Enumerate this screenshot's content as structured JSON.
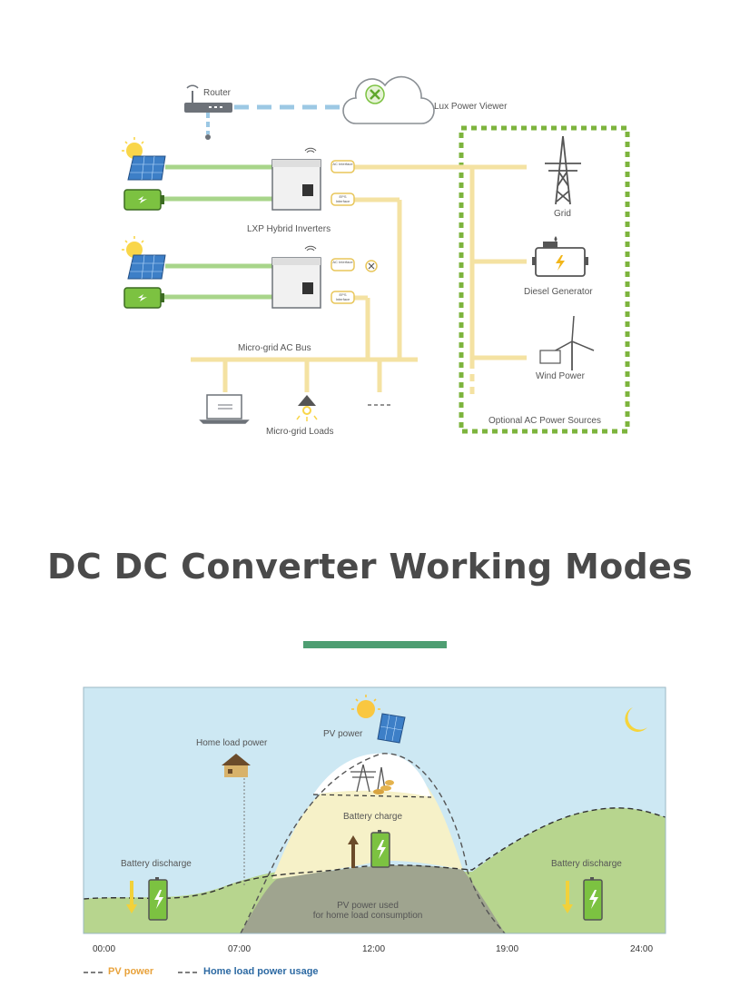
{
  "system_diagram": {
    "router_label": "Router",
    "viewer_label": "Lux Power Viewer",
    "inverters_label": "LXP Hybrid Inverters",
    "ac_interface": "AC Interface",
    "eps_interface": "EPS Interface",
    "bus_label": "Micro-grid AC Bus",
    "loads_label": "Micro-grid Loads",
    "grid_label": "Grid",
    "generator_label": "Diesel Generator",
    "wind_label": "Wind Power",
    "optional_sources_label": "Optional AC Power Sources"
  },
  "section": {
    "heading": "DC DC Converter Working Modes"
  },
  "modes_diagram": {
    "labels": {
      "home_load_power": "Home load power",
      "pv_power": "PV power",
      "battery_charge": "Battery charge",
      "battery_discharge_left": "Battery discharge",
      "battery_discharge_right": "Battery discharge",
      "pv_used_line1": "PV power used",
      "pv_used_line2": "for home load consumption"
    },
    "time_ticks": [
      "00:00",
      "07:00",
      "12:00",
      "19:00",
      "24:00"
    ],
    "legend": {
      "pv": "PV power",
      "home": "Home load power usage"
    },
    "colors": {
      "sky": "#cde8f3",
      "hill": "#b7d58e",
      "charge_area": "#f6f1c8",
      "used_area": "#9fa48f",
      "legend_pv": "#e8a23b",
      "legend_home": "#2d6aa3",
      "accent_green": "#4e9e72",
      "battery_green": "#7cc241"
    }
  }
}
